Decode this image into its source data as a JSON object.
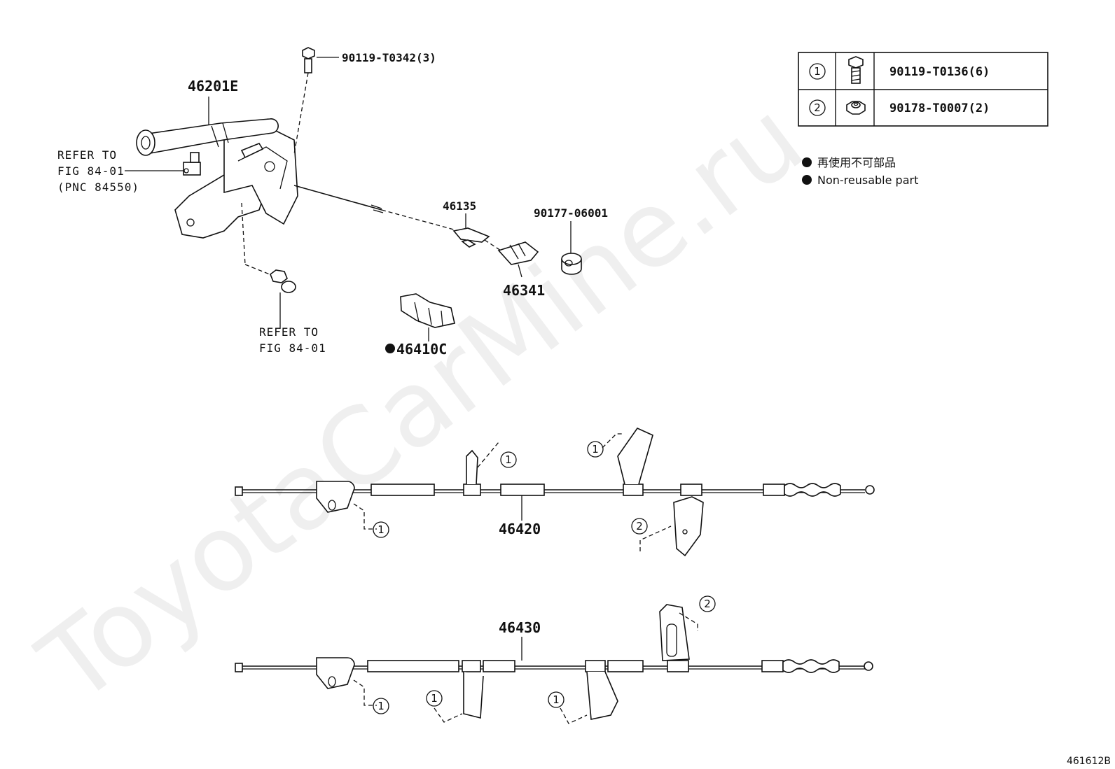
{
  "watermark": "ToyotaCarMine.ru",
  "figure_id": "461612B",
  "legend_table": [
    {
      "symbol": "1",
      "icon": "bolt-icon",
      "part": "90119-T0136(6)"
    },
    {
      "symbol": "2",
      "icon": "nut-icon",
      "part": "90178-T0007(2)"
    }
  ],
  "notes": {
    "jp": "再使用不可部品",
    "en": "Non-reusable part"
  },
  "parts": {
    "lever": "46201E",
    "bolt_top": "90119-T0342(3)",
    "rod": "46135",
    "bracket": "46341",
    "grommet": "90177-06001",
    "boot": "46410C",
    "cable_1": "46420",
    "cable_2": "46430"
  },
  "refs": {
    "line1": "REFER TO",
    "line2": "FIG 84-01",
    "line3": "(PNC 84550)",
    "bolt_line1": "REFER TO",
    "bolt_line2": "FIG 84-01"
  },
  "callouts": {
    "one": "1",
    "two": "2"
  }
}
